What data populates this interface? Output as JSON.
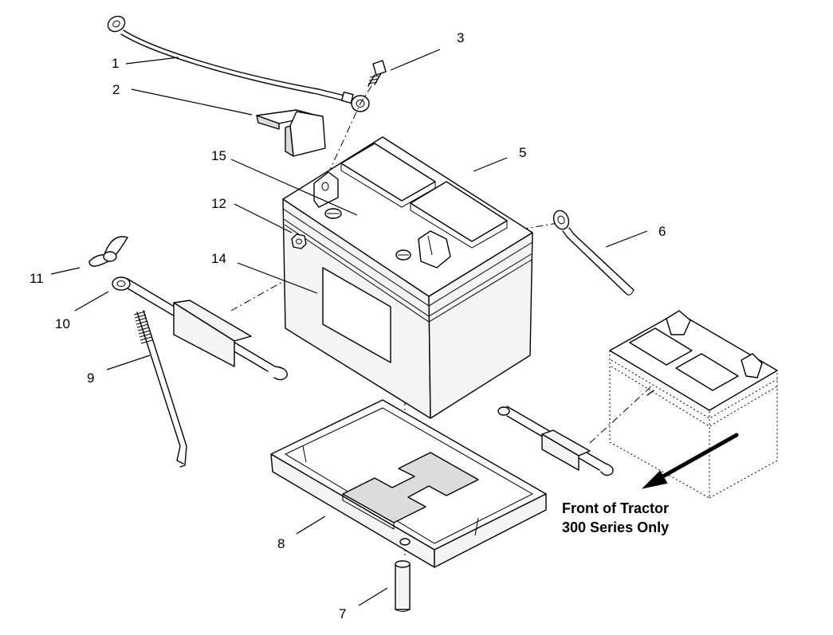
{
  "callouts": [
    {
      "id": "1",
      "label": "1"
    },
    {
      "id": "2",
      "label": "2"
    },
    {
      "id": "3",
      "label": "3"
    },
    {
      "id": "5",
      "label": "5"
    },
    {
      "id": "6",
      "label": "6"
    },
    {
      "id": "7",
      "label": "7"
    },
    {
      "id": "8",
      "label": "8"
    },
    {
      "id": "9",
      "label": "9"
    },
    {
      "id": "10",
      "label": "10"
    },
    {
      "id": "11",
      "label": "11"
    },
    {
      "id": "12",
      "label": "12"
    },
    {
      "id": "14",
      "label": "14"
    },
    {
      "id": "15",
      "label": "15"
    }
  ],
  "note": {
    "line1": "Front of Tractor",
    "line2": "300 Series Only"
  },
  "icons": [
    "battery-icon",
    "hold-down-rod-icon",
    "wing-nut-icon",
    "battery-tray-icon",
    "cable-icon",
    "bolt-icon",
    "terminal-cover-icon",
    "front-arrow-icon"
  ]
}
